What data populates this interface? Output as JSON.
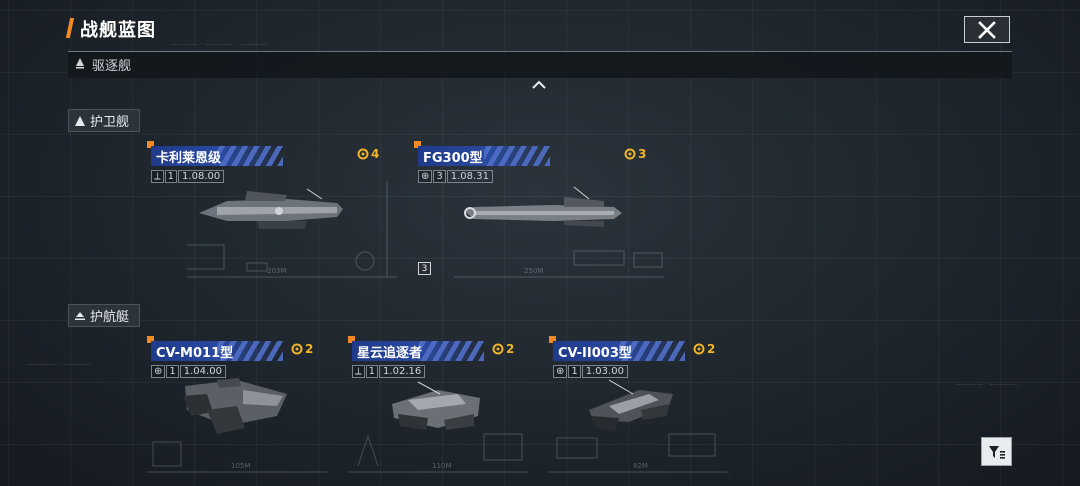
{
  "header": {
    "title": "战舰蓝图",
    "close_icon": "close-icon"
  },
  "category_bar": {
    "label": "驱逐舰"
  },
  "sections": [
    {
      "label": "护卫舰"
    },
    {
      "label": "护航艇"
    }
  ],
  "cards": [
    {
      "name": "卡利莱恩级",
      "count": "4",
      "stat_index": "1",
      "stat_value": "1.08.00",
      "dimension": "203M"
    },
    {
      "name": "FG300型",
      "count": "3",
      "stat_index": "3",
      "stat_value": "1.08.31",
      "dimension": "250M",
      "badge": "3"
    },
    {
      "name": "CV-M011型",
      "count": "2",
      "stat_index": "1",
      "stat_value": "1.04.00",
      "dimension": "105M"
    },
    {
      "name": "星云追逐者",
      "count": "2",
      "stat_index": "1",
      "stat_value": "1.02.16",
      "dimension": "110M"
    },
    {
      "name": "CV-II003型",
      "count": "2",
      "stat_index": "1",
      "stat_value": "1.03.00",
      "dimension": "82M"
    }
  ],
  "colors": {
    "accent_orange": "#f28a24",
    "count_gold": "#f0b428",
    "namebar_blue": "#2a4aa0"
  }
}
